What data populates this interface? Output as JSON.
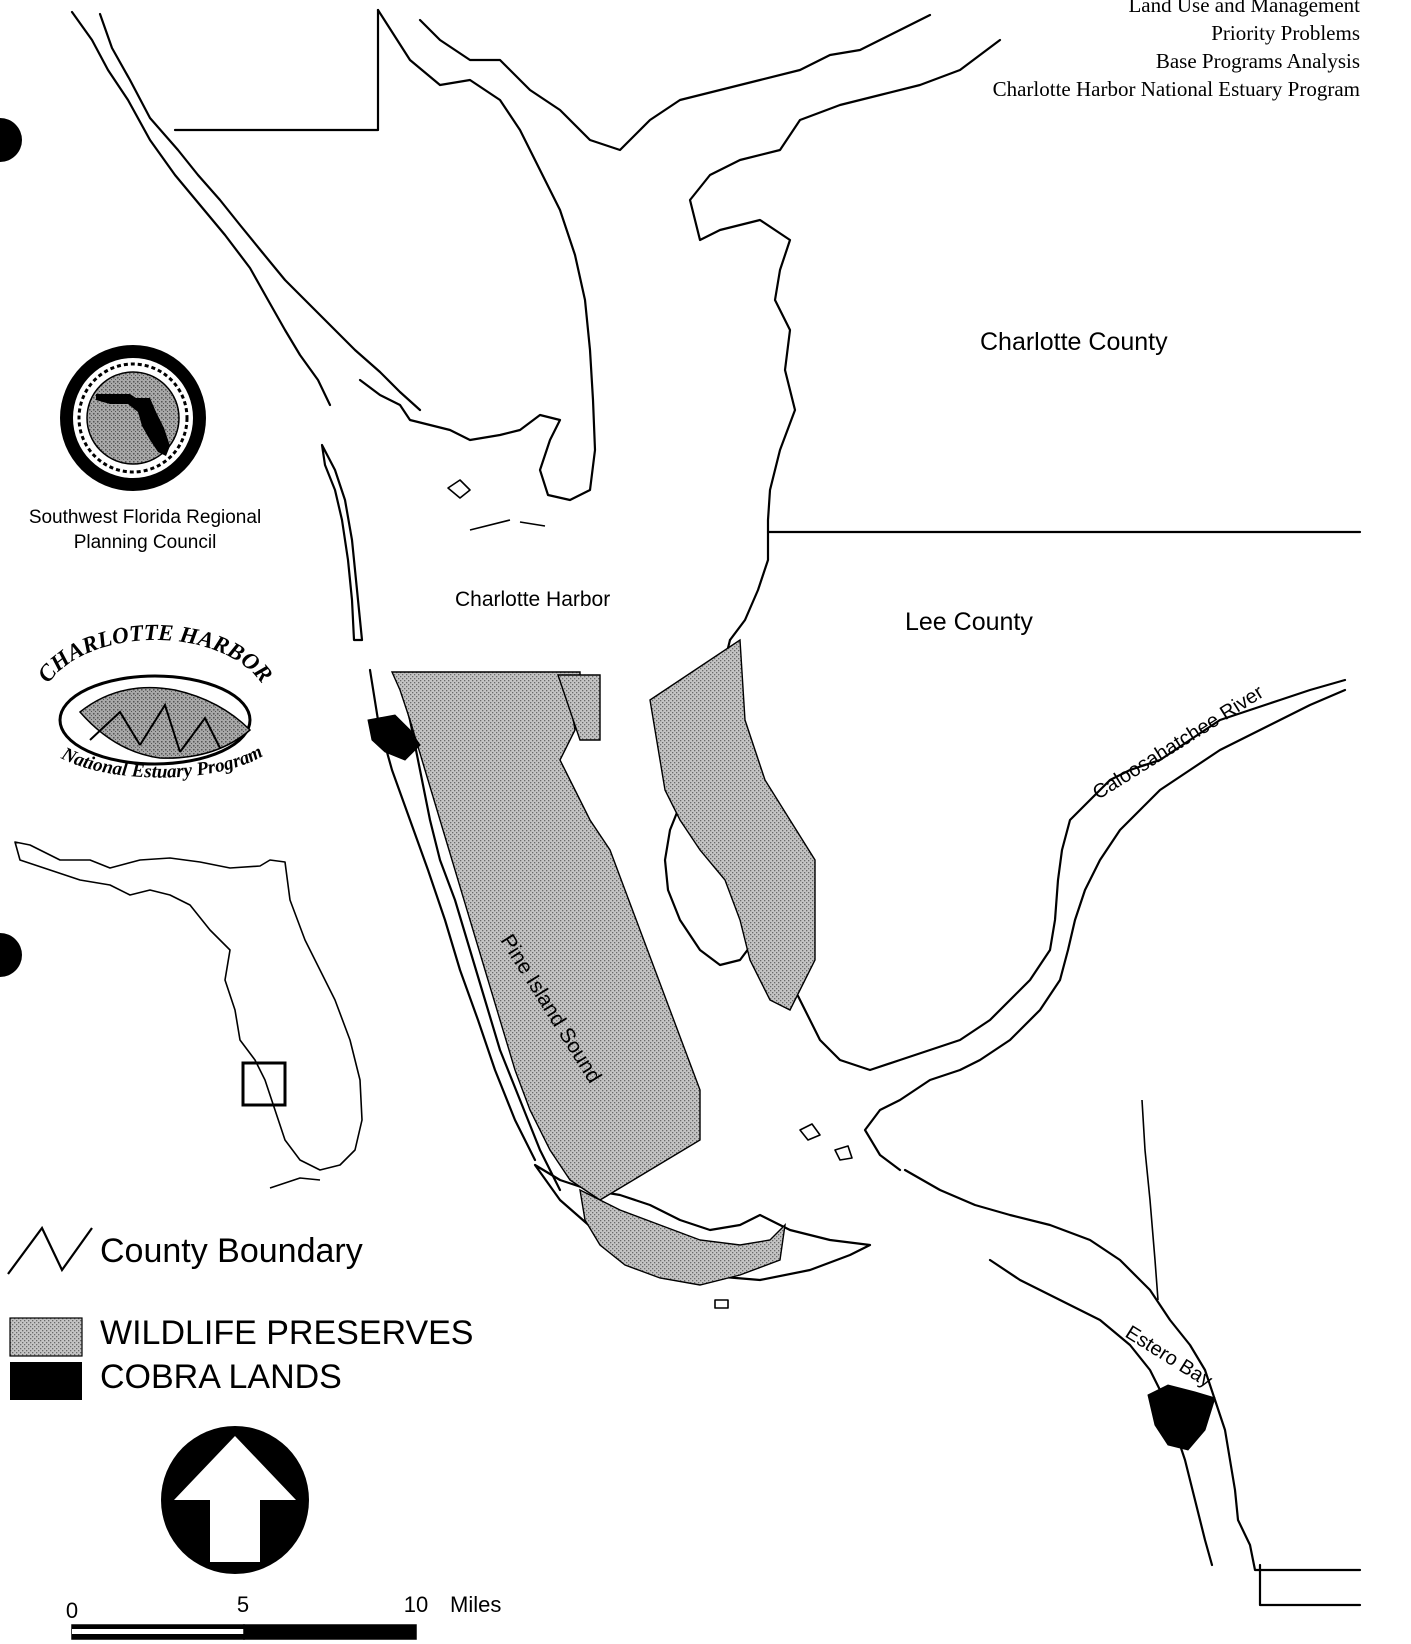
{
  "header": {
    "lines": [
      "Land Use and Management",
      "Priority Problems",
      "Base Programs Analysis",
      "Charlotte Harbor National Estuary Program"
    ]
  },
  "labels": {
    "charlotte_county": "Charlotte County",
    "lee_county": "Lee County",
    "charlotte_harbor": "Charlotte Harbor",
    "caloosahatchee": "Caloosahatchee River",
    "pine_island_sound": "Pine Island Sound",
    "estero_bay": "Estero Bay"
  },
  "logos": {
    "swfrpc_line1": "Southwest Florida Regional",
    "swfrpc_line2": "Planning Council",
    "chnep_arc_top": "CHARLOTTE HARBOR",
    "chnep_arc_bottom": "National Estuary Program"
  },
  "legend": {
    "county_boundary": "County Boundary",
    "wildlife_preserves": "WILDLIFE PRESERVES",
    "cobra_lands": "COBRA LANDS"
  },
  "scale": {
    "ticks": [
      "0",
      "5",
      "10"
    ],
    "unit": "Miles"
  },
  "colors": {
    "ink": "#000000",
    "paper": "#ffffff",
    "stipple": "#b8b8b8"
  },
  "icons": [
    "north-arrow-icon",
    "florida-seal-icon",
    "florida-locator-icon"
  ]
}
